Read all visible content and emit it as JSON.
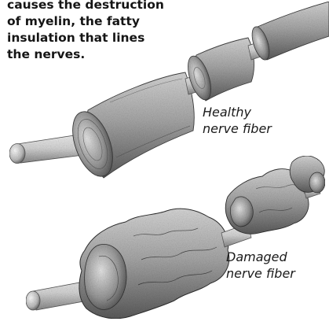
{
  "intro_text": {
    "lines": [
      "causes the destruction",
      "of myelin, the fatty",
      "insulation that lines",
      "the nerves."
    ]
  },
  "labels": {
    "healthy": {
      "lines": [
        "Healthy",
        "nerve fiber"
      ]
    },
    "damaged": {
      "lines": [
        "Damaged",
        "nerve fiber"
      ]
    }
  }
}
